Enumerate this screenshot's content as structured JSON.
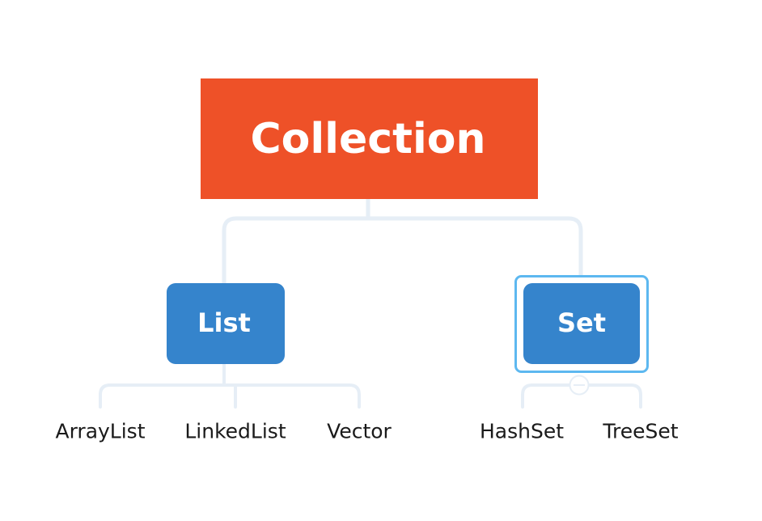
{
  "colors": {
    "root_fill": "#EE5128",
    "branch_fill": "#3584CC",
    "selection_outline": "#5DB8F0",
    "connector": "#E6EEF6",
    "leaf_text": "#1A1A1A",
    "node_text": "#FFFFFF"
  },
  "root": {
    "label": "Collection"
  },
  "branches": [
    {
      "label": "List",
      "selected": false,
      "children": [
        "ArrayList",
        "LinkedList",
        "Vector"
      ]
    },
    {
      "label": "Set",
      "selected": true,
      "collapse_toggle": "collapse-circle-icon",
      "children": [
        "HashSet",
        "TreeSet"
      ]
    }
  ]
}
